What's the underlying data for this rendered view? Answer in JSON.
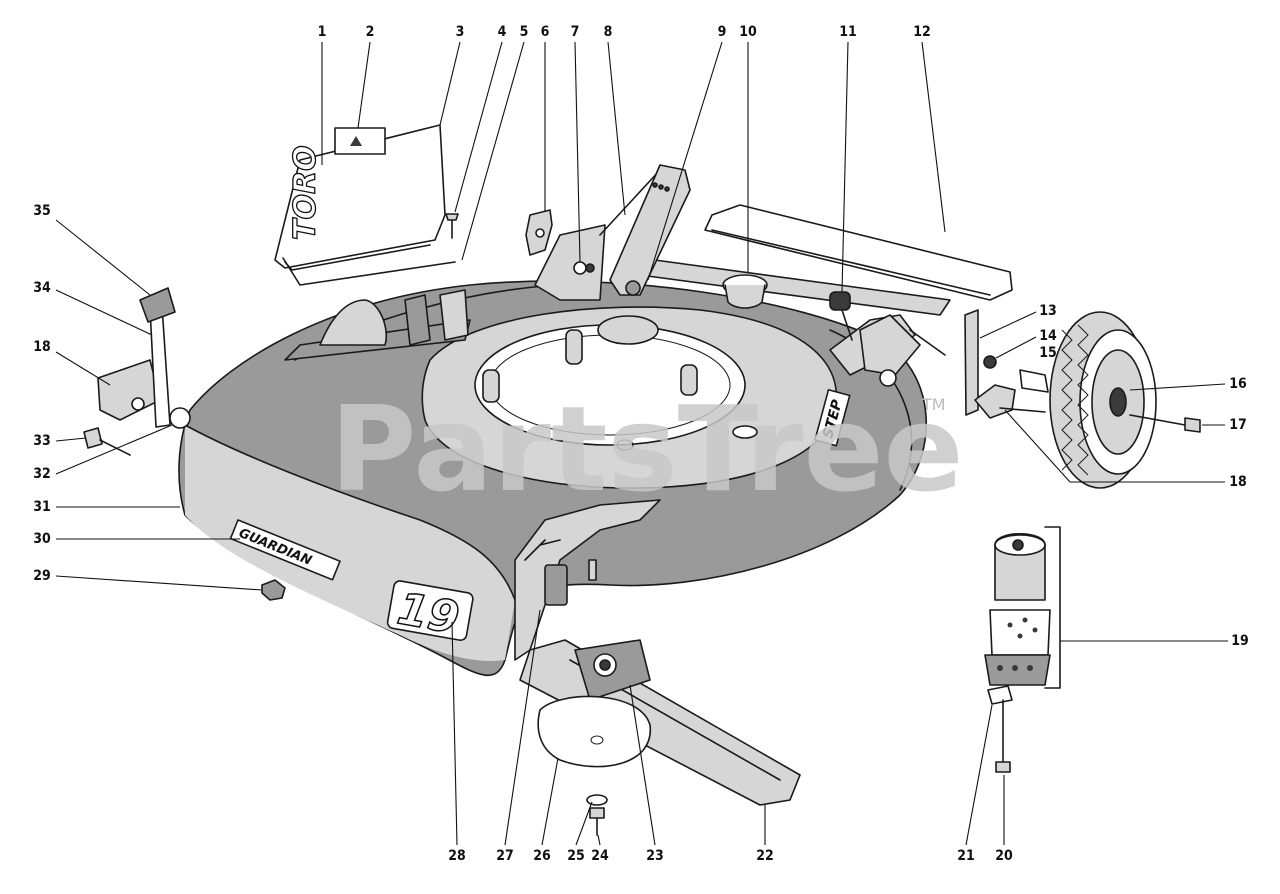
{
  "watermark": {
    "text": "PartsTree",
    "tm": "TM"
  },
  "decals": {
    "brand": "TORO",
    "model": "GUARDIAN",
    "size": "19",
    "step": "STEP"
  },
  "colors": {
    "ink": "#111111",
    "watermark": "#c8c8c8"
  },
  "callouts": [
    "1",
    "2",
    "3",
    "4",
    "5",
    "6",
    "7",
    "8",
    "9",
    "10",
    "11",
    "12",
    "13",
    "14",
    "15",
    "16",
    "17",
    "18",
    "19",
    "20",
    "21",
    "22",
    "23",
    "24",
    "25",
    "26",
    "27",
    "28",
    "29",
    "30",
    "31",
    "32",
    "33",
    "34",
    "35"
  ],
  "callout_18_repeat": "18"
}
